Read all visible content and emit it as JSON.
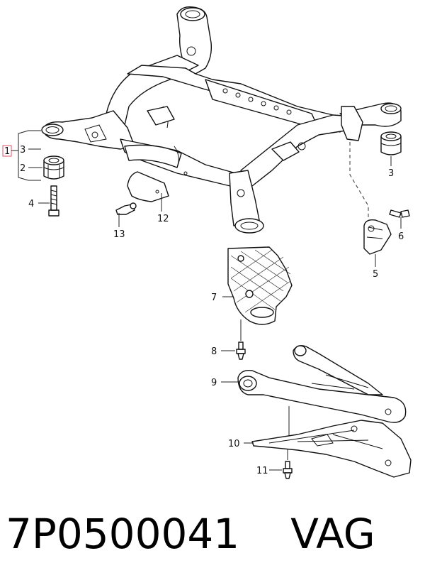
{
  "callouts": {
    "c1": "1",
    "c2": "2",
    "c3a": "3",
    "c3b": "3",
    "c4": "4",
    "c5": "5",
    "c6": "6",
    "c7": "7",
    "c8": "8",
    "c9": "9",
    "c10": "10",
    "c11": "11",
    "c12": "12",
    "c13": "13"
  },
  "caption": {
    "part_number": "7P0500041",
    "brand": "VAG"
  },
  "colors": {
    "highlight": "#e0506a"
  }
}
